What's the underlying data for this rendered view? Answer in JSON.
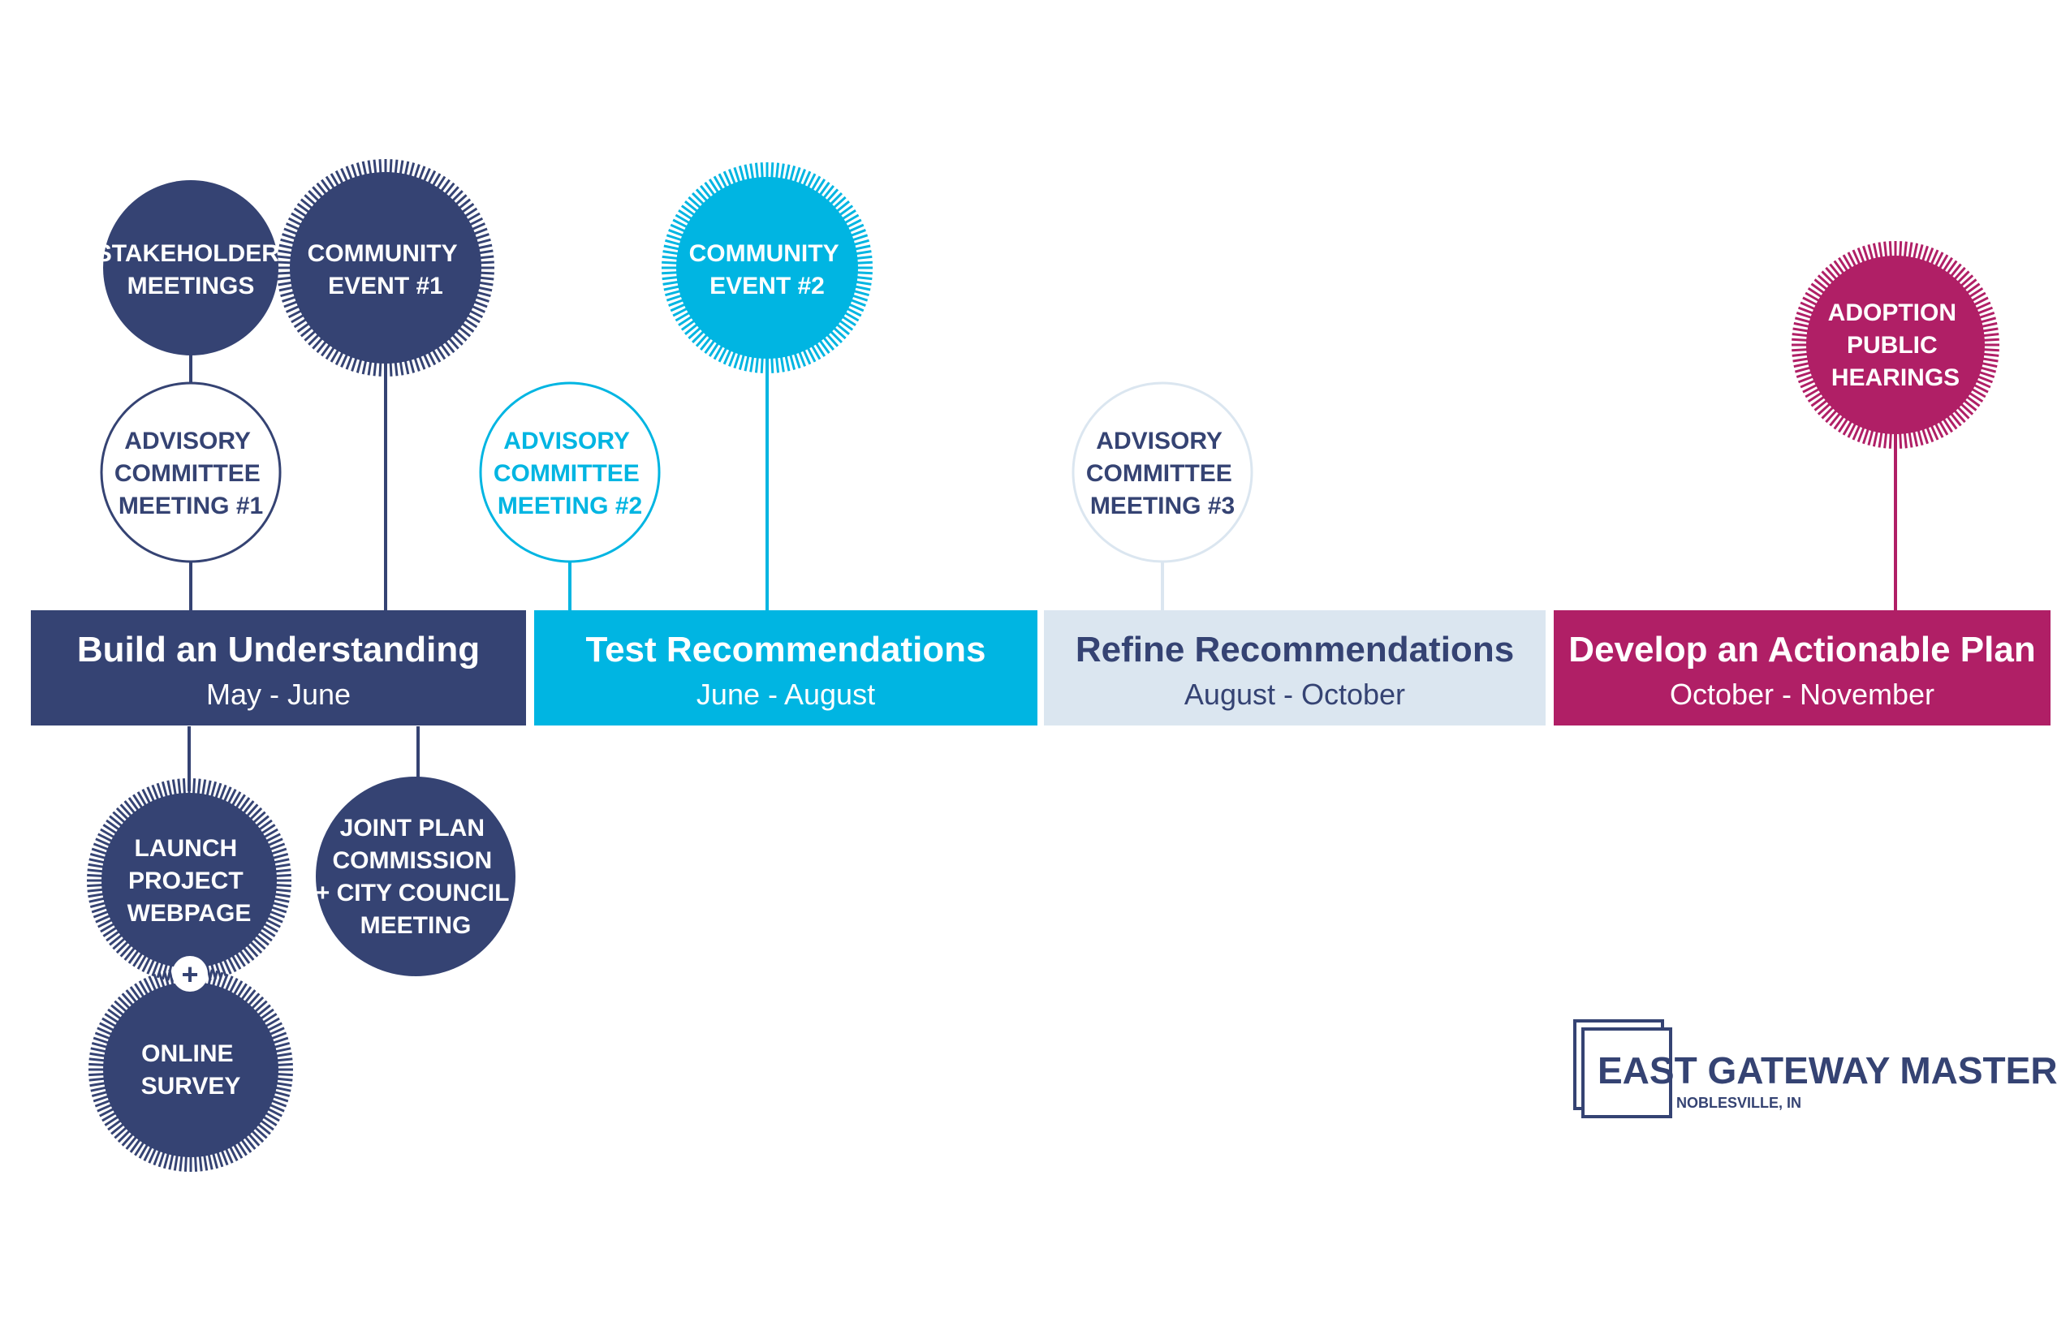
{
  "colors": {
    "navy": "#354373",
    "cyan": "#00b5e2",
    "light": "#dbe6f0",
    "magenta": "#b01f66",
    "white": "#ffffff"
  },
  "phases": [
    {
      "title": "Build an Understanding",
      "dates": "May - June"
    },
    {
      "title": "Test Recommendations",
      "dates": "June - August"
    },
    {
      "title": "Refine Recommendations",
      "dates": "August - October"
    },
    {
      "title": "Develop an Actionable Plan",
      "dates": "October - November"
    }
  ],
  "events": {
    "stakeholder_meetings": [
      "STAKEHOLDER",
      "MEETINGS"
    ],
    "community_event_1": [
      "COMMUNITY",
      "EVENT #1"
    ],
    "advisory_1": [
      "ADVISORY",
      "COMMITTEE",
      "MEETING #1"
    ],
    "advisory_2": [
      "ADVISORY",
      "COMMITTEE",
      "MEETING #2"
    ],
    "community_event_2": [
      "COMMUNITY",
      "EVENT #2"
    ],
    "advisory_3": [
      "ADVISORY",
      "COMMITTEE",
      "MEETING #3"
    ],
    "adoption": [
      "ADOPTION",
      "PUBLIC",
      "HEARINGS"
    ],
    "launch_webpage": [
      "LAUNCH",
      "PROJECT",
      "WEBPAGE"
    ],
    "joint_plan": [
      "JOINT PLAN",
      "COMMISSION",
      "+ CITY COUNCIL",
      "MEETING"
    ],
    "online_survey": [
      "ONLINE",
      "SURVEY"
    ],
    "plus_symbol": "+"
  },
  "logo": {
    "title": "EAST GATEWAY MASTER PLAN",
    "subtitle": "NOBLESVILLE, IN"
  }
}
